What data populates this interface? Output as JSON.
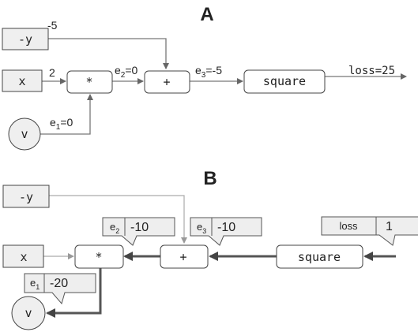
{
  "panel_a": {
    "title": "A",
    "nodes": {
      "neg_y": "-y",
      "x": "x",
      "v": "v",
      "mul": "*",
      "add": "+",
      "square": "square"
    },
    "edge_labels": {
      "neg_y_val": "-5",
      "x_val": "2",
      "e1_base": "e",
      "e1_sub": "1",
      "e1_val": "=0",
      "e2_base": "e",
      "e2_sub": "2",
      "e2_val": "=0",
      "e3_base": "e",
      "e3_sub": "3",
      "e3_val": "=-5",
      "loss": "loss=25"
    }
  },
  "panel_b": {
    "title": "B",
    "nodes": {
      "neg_y": "-y",
      "x": "x",
      "v": "v",
      "mul": "*",
      "add": "+",
      "square": "square"
    },
    "callouts": {
      "loss_label": "loss",
      "loss_value": "1",
      "e3_base": "e",
      "e3_sub": "3",
      "e3_value": "-10",
      "e2_base": "e",
      "e2_sub": "2",
      "e2_value": "-10",
      "e1_base": "e",
      "e1_sub": "1",
      "e1_value": "-20"
    }
  },
  "colors": {
    "input_fill": "#efefef",
    "node_stroke": "#444444",
    "edge": "#777777",
    "edge_light": "#aaaaaa",
    "grad_edge": "#555555",
    "callout_fill": "#eeeeee",
    "text": "#222222"
  }
}
